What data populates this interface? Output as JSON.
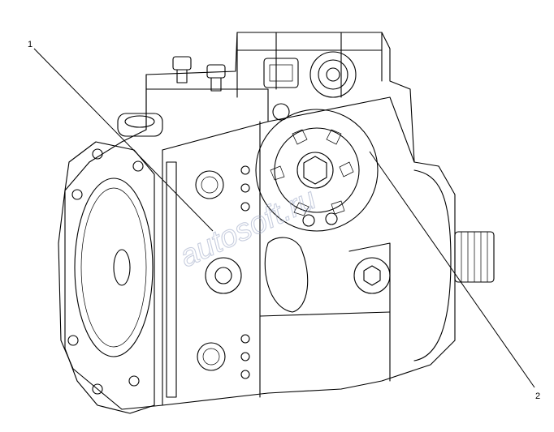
{
  "diagram": {
    "callouts": [
      {
        "label": "1"
      },
      {
        "label": "2"
      }
    ],
    "watermark": "autosoft.ru"
  }
}
